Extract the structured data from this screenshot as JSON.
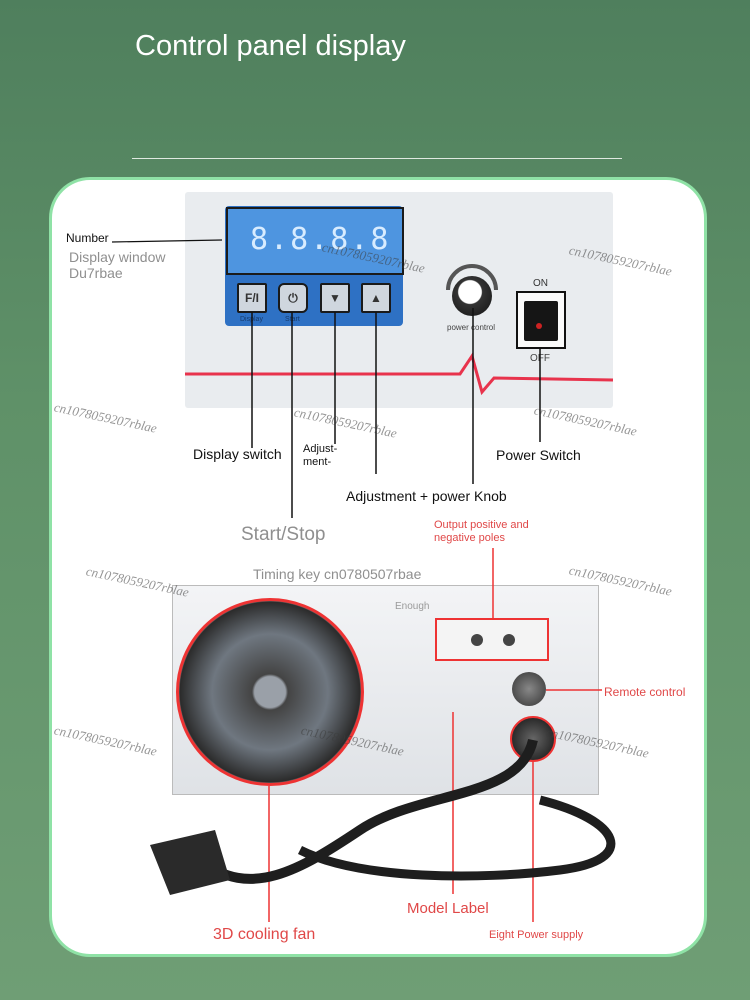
{
  "title": "Control panel display",
  "panel": {
    "display_digits": "8.8.8.8",
    "buttons": [
      {
        "label": "F/I",
        "sub": "Display"
      },
      {
        "label": "⏻",
        "sub": "Start"
      },
      {
        "label": "▼",
        "sub": ""
      },
      {
        "label": "▲",
        "sub": ""
      }
    ],
    "knob_label": "power  control",
    "switch_on": "ON",
    "switch_off": "OFF"
  },
  "annotations": {
    "number": "Number",
    "display_window": "Display window",
    "du7rbae": "Du7rbae",
    "display_switch": "Display switch",
    "adjustment_minus_1": "Adjust-",
    "adjustment_minus_2": "ment-",
    "adjustment_plus": "Adjustment + power Knob",
    "power_switch": "Power Switch",
    "start_stop": "Start/Stop",
    "timing_key": "Timing key cn0780507rbae",
    "output_poles": "Output positive and",
    "output_poles_2": "negative poles",
    "enough": "Enough",
    "remote_control": "Remote control",
    "cooling_fan": "3D cooling fan",
    "model_label": "Model Label",
    "eight_power": "Eight Power supply"
  },
  "watermark": "cn1078059207rblae",
  "colors": {
    "accent_red": "#e33333",
    "card_border": "#8fe2a6",
    "panel_blue": "#2e71c4"
  }
}
